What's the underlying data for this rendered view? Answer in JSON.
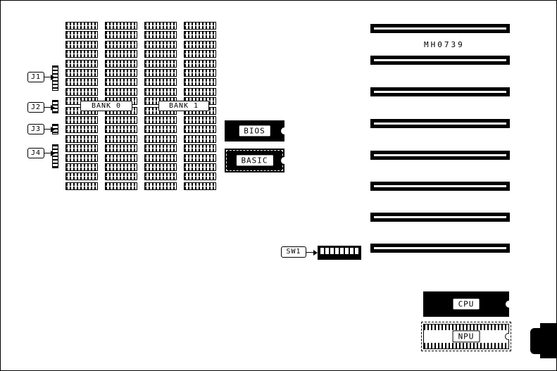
{
  "part_number": "MH0739",
  "connectors": {
    "j1": {
      "label": "J1"
    },
    "j2": {
      "label": "J2"
    },
    "j3": {
      "label": "J3"
    },
    "j4": {
      "label": "J4"
    }
  },
  "memory": {
    "bank0": "BANK 0",
    "bank1": "BANK 1",
    "columns": 4,
    "chips_per_column": 18
  },
  "rom": {
    "bios": "BIOS",
    "basic": "BASIC"
  },
  "switch": {
    "label": "SW1",
    "positions": 8
  },
  "slots": {
    "count": 8
  },
  "processors": {
    "cpu": "CPU",
    "npu": "NPU"
  }
}
